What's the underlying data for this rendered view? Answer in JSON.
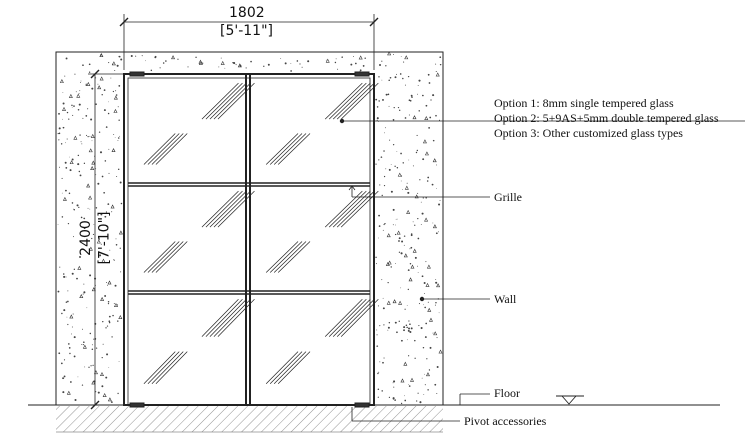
{
  "dimensions": {
    "width_mm": "1802",
    "width_imperial": "[5'-11\"]",
    "height_mm": "2400",
    "height_imperial": "[7'-10\"]"
  },
  "glass_options": [
    "Option 1: 8mm single tempered glass",
    "Option 2: 5+9AS+5mm double tempered glass",
    "Option 3: Other customized glass types"
  ],
  "callouts": {
    "grille": "Grille",
    "wall": "Wall",
    "floor": "Floor",
    "pivot": "Pivot accessories"
  }
}
